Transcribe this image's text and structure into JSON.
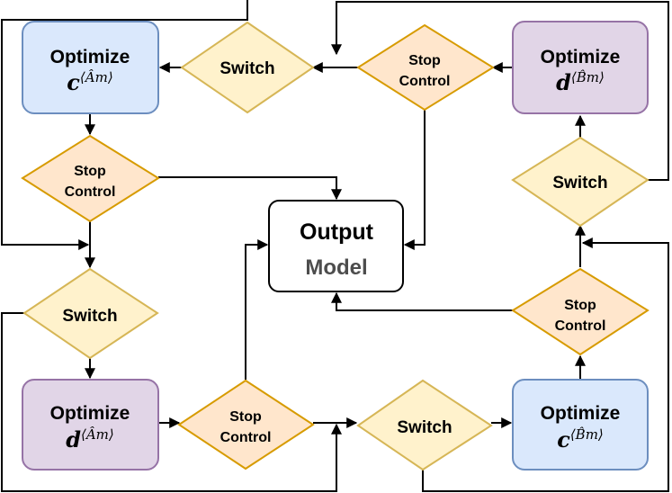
{
  "optimize_label": "Optimize",
  "switch_label": "Switch",
  "stop_control": {
    "line1": "Stop",
    "line2": "Control"
  },
  "output": {
    "line1": "Output",
    "line2": "Model"
  },
  "opt_c_A": {
    "symbol": "c",
    "superscript": "⟨Âm⟩"
  },
  "opt_d_B": {
    "symbol": "d",
    "superscript": "⟨B̂m⟩"
  },
  "opt_d_A": {
    "symbol": "d",
    "superscript": "⟨Âm⟩"
  },
  "opt_c_B": {
    "symbol": "c",
    "superscript": "⟨B̂m⟩"
  },
  "colors": {
    "blue_fill": "#dae8fc",
    "blue_stroke": "#6c8ebf",
    "purple_fill": "#e1d5e7",
    "purple_stroke": "#9673a6",
    "switch_fill": "#fff2cc",
    "switch_stroke": "#d6b656",
    "stop_fill": "#ffe6cc",
    "stop_stroke": "#d79b00",
    "output_stroke": "#000000",
    "model_text": "#4d4d4d"
  }
}
